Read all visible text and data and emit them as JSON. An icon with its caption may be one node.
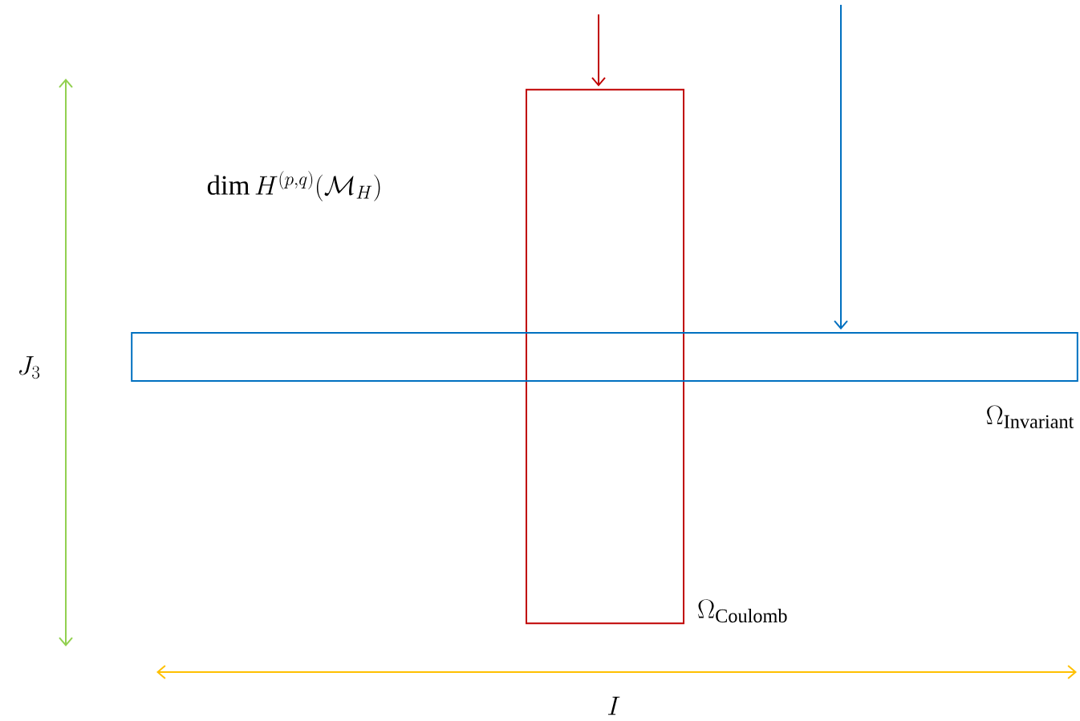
{
  "diagram": {
    "nodes": [
      {
        "text": [],
        "shape": "box",
        "beside": [
          "\\Omega_{\\mathrm{Coulomb}}"
        ]
      },
      {
        "text": [],
        "shape": "box",
        "beside": [
          "\\Omega_{\\mathrm{Invariant}}"
        ]
      }
    ],
    "edges": [
      {
        "from": null,
        "to": 0,
        "arrow": "to",
        "color": "#c00000"
      },
      {
        "from": null,
        "to": 1,
        "arrow": "to",
        "color": "#0070c0"
      }
    ],
    "labels": [
      "\\dim H^{(p,q)}(\\mathcal{M}_H)",
      "J_3",
      "I"
    ]
  }
}
